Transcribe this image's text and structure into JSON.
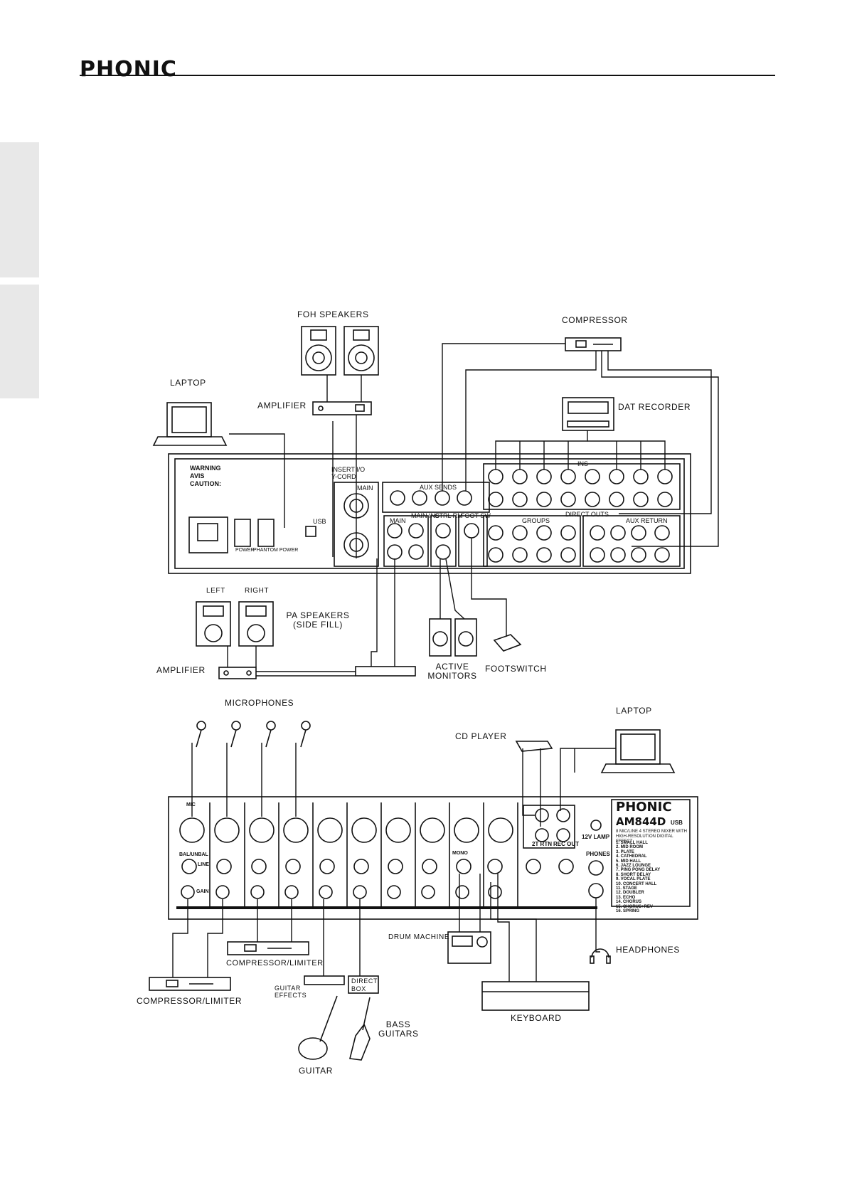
{
  "header": {
    "brand": "PHONIC"
  },
  "diagram_top": {
    "foh_speakers": "FOH SPEAKERS",
    "compressor": "COMPRESSOR",
    "laptop": "LAPTOP",
    "amplifier": "AMPLIFIER",
    "dat_recorder": "DAT RECORDER",
    "panel": {
      "warning": "WARNING",
      "avis": "AVIS",
      "caution": "CAUTION:",
      "insert_io": "INSERT I/O",
      "y_cord": "Y-CORD",
      "usb": "USB",
      "main": "MAIN",
      "aux_sends": "AUX SENDS",
      "ins": "INS",
      "direct_outs": "DIRECT OUTS",
      "groups": "GROUPS",
      "aux_return": "AUX RETURN",
      "main_small": "MAIN",
      "main_ins": "MAIN INS",
      "ctrl_rm": "CTRL RM",
      "foot_sw": "FOOT SW",
      "power": "POWER",
      "phantom": "PHANTOM POWER"
    },
    "left": "LEFT",
    "right": "RIGHT",
    "pa_speakers_line1": "PA SPEAKERS",
    "pa_speakers_line2": "(SIDE FILL)",
    "amplifier2": "AMPLIFIER",
    "active_line1": "ACTIVE",
    "active_line2": "MONITORS",
    "footswitch": "FOOTSWITCH"
  },
  "diagram_bottom": {
    "microphones": "MICROPHONES",
    "cd_player": "CD PLAYER",
    "laptop": "LAPTOP",
    "panel": {
      "brand": "PHONIC",
      "model": "AM844D",
      "model_suffix": "USB",
      "subtitle": "8 MIC/LINE 4 STEREO MIXER WITH HIGH-RESOLUTION DIGITAL EFFECT",
      "effects": [
        "1. SMALL HALL",
        "2. MID ROOM",
        "3. PLATE",
        "4. CATHEDRAL",
        "5. MID HALL",
        "6. JAZZ LOUNGE",
        "7. PING PONG DELAY",
        "8. SHORT DELAY",
        "9. VOCAL PLATE",
        "10. CONCERT HALL",
        "11. STAGE",
        "12. DOUBLER",
        "13. ECHO",
        "14. CHORUS",
        "15. CHORUS+REV",
        "16. SPRING"
      ],
      "tape_rtn": "2T RTN",
      "rec_out": "REC OUT",
      "lamp": "12V LAMP",
      "phones": "PHONES",
      "mic": "MIC",
      "line": "LINE",
      "mono": "MONO",
      "gain": "GAIN",
      "bal_unbal": "BAL/UNBAL"
    },
    "drum_machine": "DRUM MACHINE",
    "headphones": "HEADPHONES",
    "compressor_limiter_1": "COMPRESSOR/LIMITER",
    "compressor_limiter_2": "COMPRESSOR/LIMITER",
    "guitar_effects_line1": "GUITAR",
    "guitar_effects_line2": "EFFECTS",
    "direct_box_line1": "DIRECT",
    "direct_box_line2": "BOX",
    "bass_line1": "BASS",
    "bass_line2": "GUITARS",
    "keyboard": "KEYBOARD",
    "guitar": "GUITAR"
  }
}
